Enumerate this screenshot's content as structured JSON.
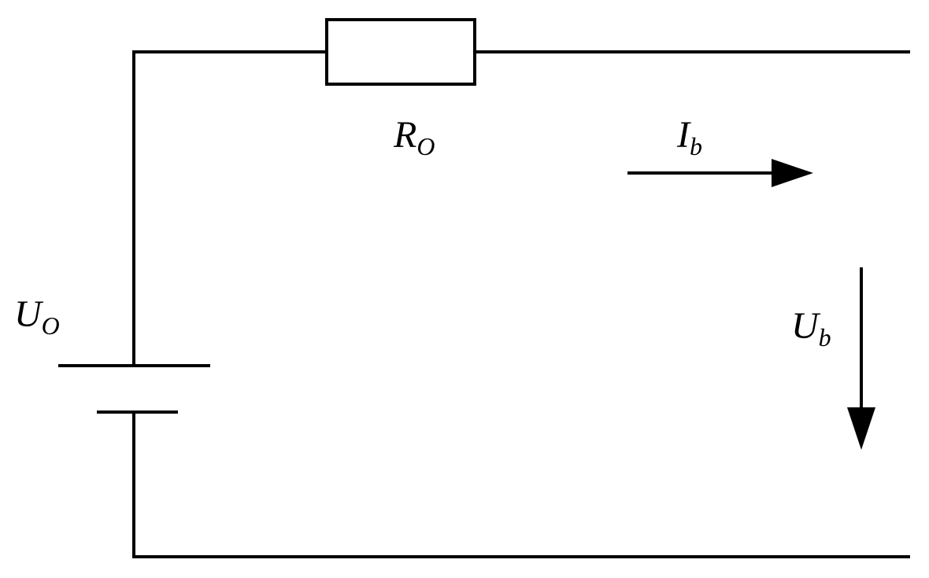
{
  "labels": {
    "resistor": {
      "main": "R",
      "sub": "O"
    },
    "source": {
      "main": "U",
      "sub": "O"
    },
    "current": {
      "main": "I",
      "sub": "b"
    },
    "voltage": {
      "main": "U",
      "sub": "b"
    }
  }
}
